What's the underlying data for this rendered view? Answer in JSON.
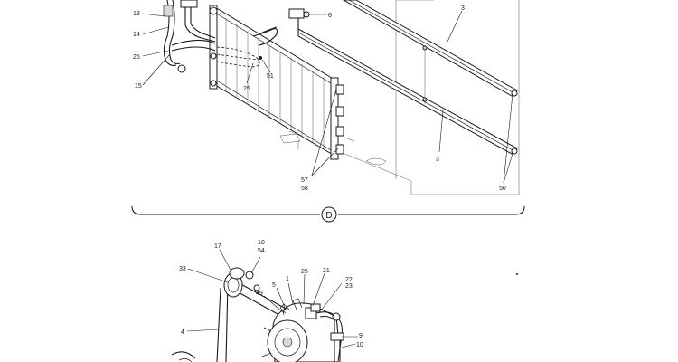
{
  "view_marker": "D",
  "callouts": {
    "c13": "13",
    "c14": "14",
    "c25a": "25",
    "c15": "15",
    "c25b": "25",
    "c51": "51",
    "c6": "6",
    "c3a": "3",
    "c3b": "3",
    "c57": "57",
    "c58": "58",
    "c50": "50",
    "c17": "17",
    "c10a": "10",
    "c54": "54",
    "c33": "33",
    "c5": "5",
    "c1": "1",
    "c25c": "25",
    "c21": "21",
    "c22": "22",
    "c23": "23",
    "c49": "49",
    "c4": "4",
    "c9": "9",
    "c10b": "10"
  }
}
